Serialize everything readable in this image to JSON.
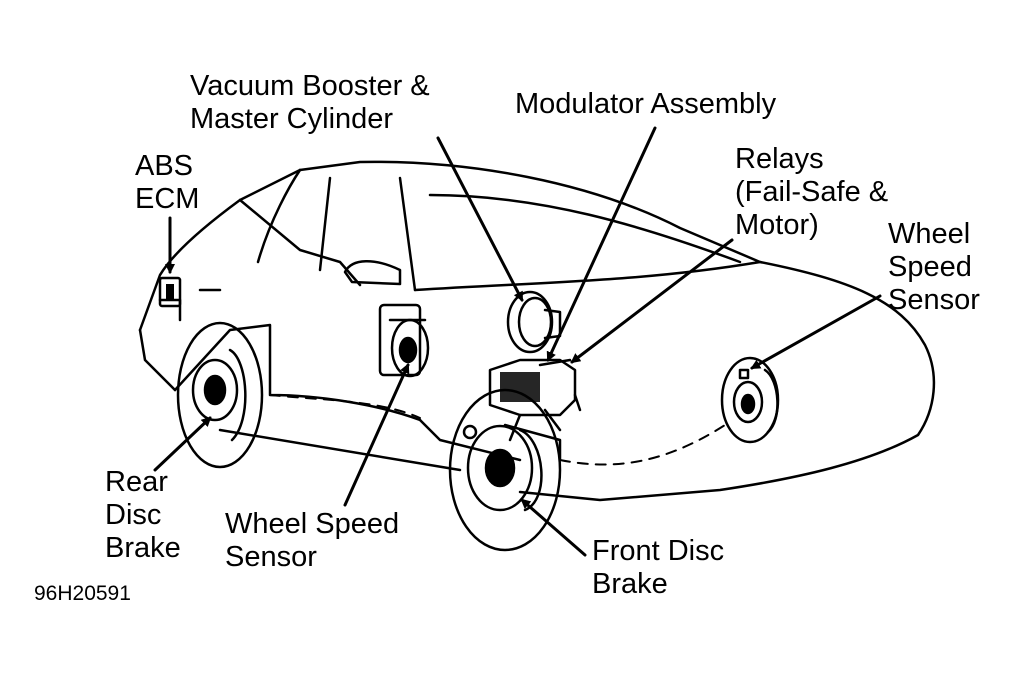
{
  "figure_id": "96H20591",
  "colors": {
    "ink": "#000000",
    "paper": "#ffffff"
  },
  "labels": {
    "vacuum_booster": [
      "Vacuum Booster &",
      "Master Cylinder"
    ],
    "modulator": [
      "Modulator Assembly"
    ],
    "abs_ecm": [
      "ABS",
      "ECM"
    ],
    "relays": [
      "Relays",
      "(Fail-Safe &",
      "Motor)"
    ],
    "wheel_speed_front": [
      "Wheel",
      "Speed",
      "Sensor"
    ],
    "rear_disc_brake": [
      "Rear",
      "Disc",
      "Brake"
    ],
    "wheel_speed_rear": [
      "Wheel Speed",
      "Sensor"
    ],
    "front_disc_brake": [
      "Front Disc",
      "Brake"
    ]
  }
}
